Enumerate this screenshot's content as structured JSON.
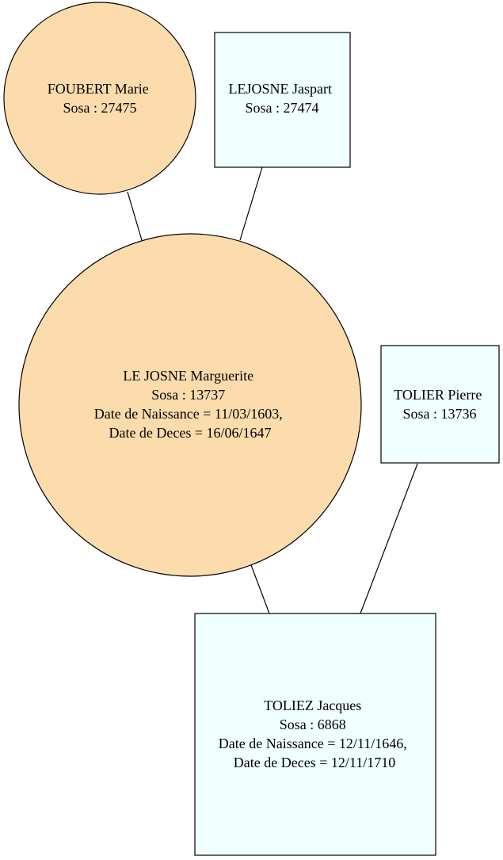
{
  "colors": {
    "female_fill": "#fcdcad",
    "male_fill": "#f0ffff",
    "stroke": "#000000"
  },
  "nodes": {
    "foubert_marie": {
      "shape": "circle",
      "lines": [
        "FOUBERT Marie",
        "Sosa : 27475"
      ]
    },
    "lejosne_jaspart": {
      "shape": "box",
      "lines": [
        "LEJOSNE Jaspart",
        "Sosa : 27474"
      ]
    },
    "le_josne_marguerite": {
      "shape": "circle",
      "lines": [
        "LE JOSNE Marguerite",
        "Sosa : 13737",
        "Date de Naissance = 11/03/1603,",
        "Date de Deces = 16/06/1647"
      ]
    },
    "tolier_pierre": {
      "shape": "box",
      "lines": [
        "TOLIER Pierre",
        "Sosa : 13736"
      ]
    },
    "toliez_jacques": {
      "shape": "box",
      "lines": [
        "TOLIEZ Jacques",
        "Sosa : 6868",
        "Date de Naissance = 12/11/1646,",
        "Date de Deces = 12/11/1710"
      ]
    }
  },
  "edges": [
    {
      "from": "foubert_marie",
      "to": "le_josne_marguerite"
    },
    {
      "from": "lejosne_jaspart",
      "to": "le_josne_marguerite"
    },
    {
      "from": "le_josne_marguerite",
      "to": "toliez_jacques"
    },
    {
      "from": "tolier_pierre",
      "to": "toliez_jacques"
    }
  ]
}
